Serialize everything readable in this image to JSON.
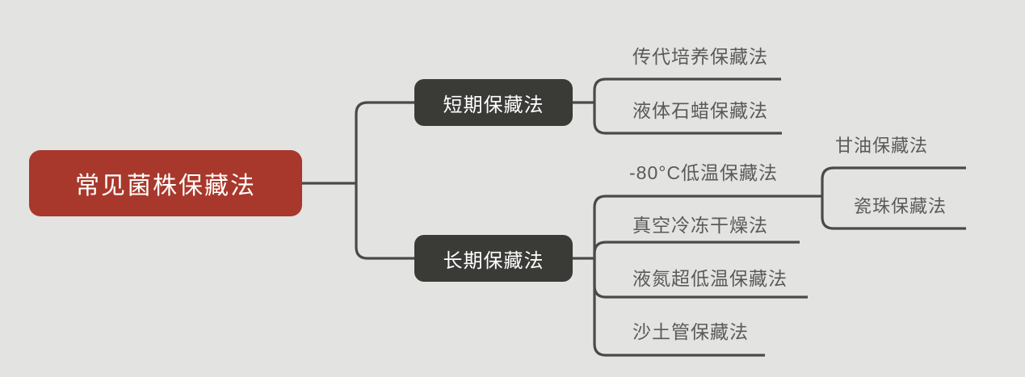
{
  "diagram": {
    "type": "mind-map",
    "title": "常见菌株保藏法",
    "background_color": "#e3e3e1",
    "root_color": "#a8382b",
    "branch_color": "#3a3a37",
    "line_color": "#4a4a48",
    "leaf_text_color": "#5a5a58",
    "root": {
      "label": "常见菌株保藏法",
      "children": [
        {
          "label": "短期保藏法",
          "children": [
            {
              "label": "传代培养保藏法"
            },
            {
              "label": "液体石蜡保藏法"
            }
          ]
        },
        {
          "label": "长期保藏法",
          "children": [
            {
              "label": "-80°C低温保藏法",
              "children": [
                {
                  "label": "甘油保藏法"
                },
                {
                  "label": "瓷珠保藏法"
                }
              ]
            },
            {
              "label": "真空冷冻干燥法"
            },
            {
              "label": "液氮超低温保藏法"
            },
            {
              "label": "沙土管保藏法"
            }
          ]
        }
      ]
    }
  }
}
